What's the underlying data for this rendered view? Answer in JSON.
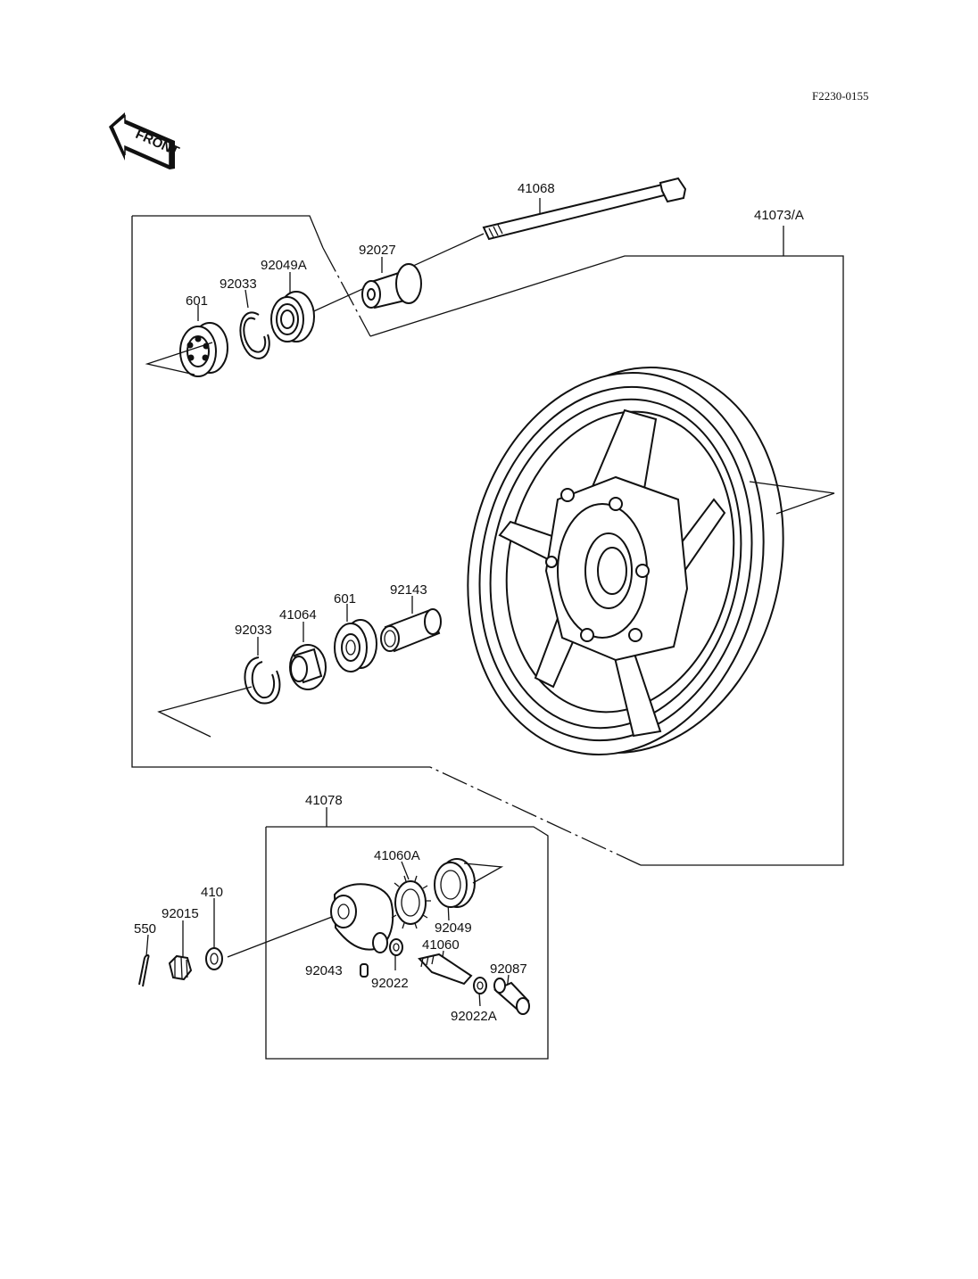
{
  "diagram_code": "F2230-0155",
  "front_arrow_label": "FRONT",
  "parts": {
    "p41068": "41068",
    "p41073A": "41073/A",
    "p92027": "92027",
    "p92049A": "92049A",
    "p92033_top": "92033",
    "p601_top": "601",
    "p92143": "92143",
    "p601_mid": "601",
    "p41064": "41064",
    "p92033_mid": "92033",
    "p41078": "41078",
    "p41060A": "41060A",
    "p410": "410",
    "p92015": "92015",
    "p550": "550",
    "p92049": "92049",
    "p41060": "41060",
    "p92087": "92087",
    "p92043": "92043",
    "p92022": "92022",
    "p92022A": "92022A"
  }
}
